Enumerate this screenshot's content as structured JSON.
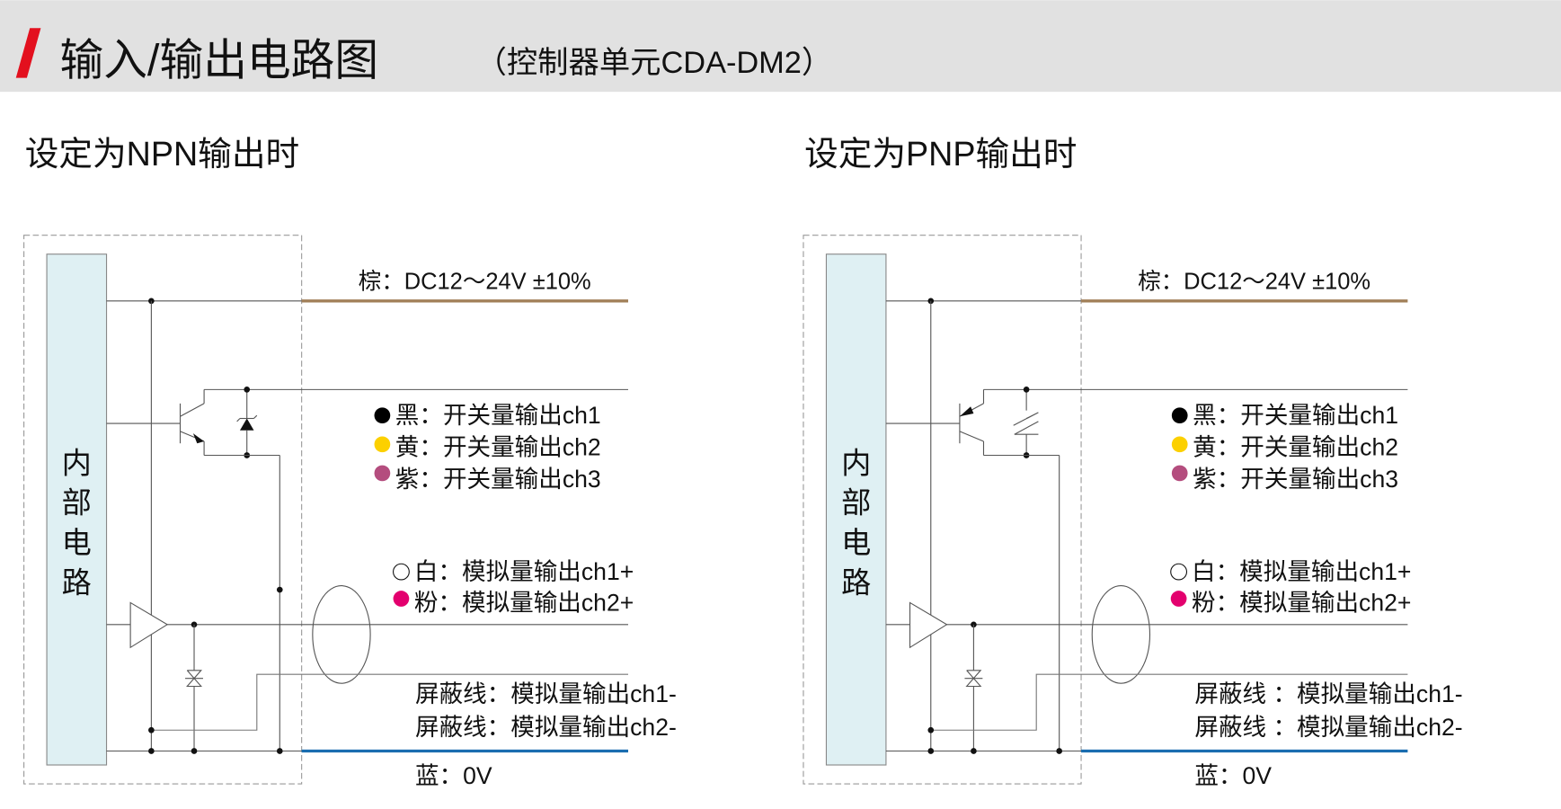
{
  "header": {
    "title": "输入/输出电路图",
    "subtitle": "（控制器单元CDA-DM2）"
  },
  "colors": {
    "header_bg": "#e1e1e1",
    "accent_red": "#e3101e",
    "brown_wire": "#a2805a",
    "blue_wire": "#1a6db0",
    "block_fill": "#dff0f3",
    "black_dot": "#000000",
    "yellow_dot": "#fcd000",
    "purple_dot": "#b44d7e",
    "pink_dot": "#e3006e"
  },
  "panels": [
    {
      "title": "设定为NPN输出时",
      "type": "NPN",
      "internal_chars": [
        "内",
        "部",
        "电",
        "路"
      ],
      "power_label": "棕：DC12～24V ±10%",
      "switch_outputs": [
        "黑：开关量输出ch1",
        "黄：开关量输出ch2",
        "紫：开关量输出ch3"
      ],
      "analog_outputs": [
        "白：模拟量输出ch1+",
        "粉：模拟量输出ch2+"
      ],
      "shield_labels": [
        "屏蔽线：模拟量输出ch1-",
        "屏蔽线：模拟量输出ch2-"
      ],
      "ground_label": "蓝：0V"
    },
    {
      "title": "设定为PNP输出时",
      "type": "PNP",
      "internal_chars": [
        "内",
        "部",
        "电",
        "路"
      ],
      "power_label": "棕：DC12～24V ±10%",
      "switch_outputs": [
        "黑：开关量输出ch1",
        "黄：开关量输出ch2",
        "紫：开关量输出ch3"
      ],
      "analog_outputs": [
        "白：模拟量输出ch1+",
        "粉：模拟量输出ch2+"
      ],
      "shield_labels": [
        "屏蔽线 ：模拟量输出ch1-",
        "屏蔽线 ：模拟量输出ch2-"
      ],
      "ground_label": "蓝：0V"
    }
  ]
}
